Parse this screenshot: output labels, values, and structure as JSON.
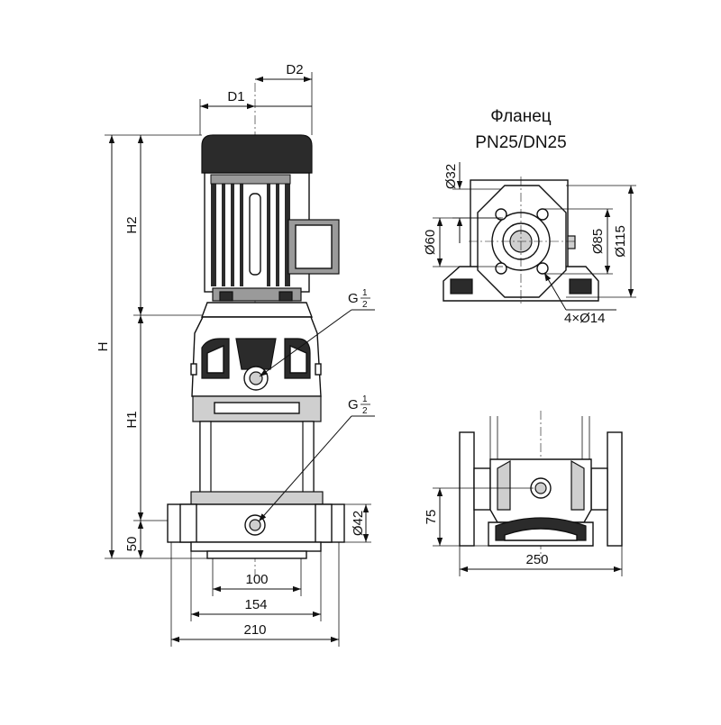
{
  "dimensions": {
    "d1": "D1",
    "d2": "D2",
    "h": "H",
    "h1": "H1",
    "h2": "H2",
    "height_50": "50",
    "width_100": "100",
    "width_154": "154",
    "width_210": "210",
    "diameter_42": "Ø42",
    "height_75": "75",
    "width_250": "250",
    "diameter_32": "Ø32",
    "diameter_60": "Ø60",
    "diameter_85": "Ø85",
    "diameter_115": "Ø115",
    "holes": "4×Ø14"
  },
  "thread_labels": {
    "g_letter": "G",
    "numerator": "1",
    "denominator": "2"
  },
  "flange": {
    "title_line1": "Фланец",
    "title_line2": "PN25/DN25"
  }
}
